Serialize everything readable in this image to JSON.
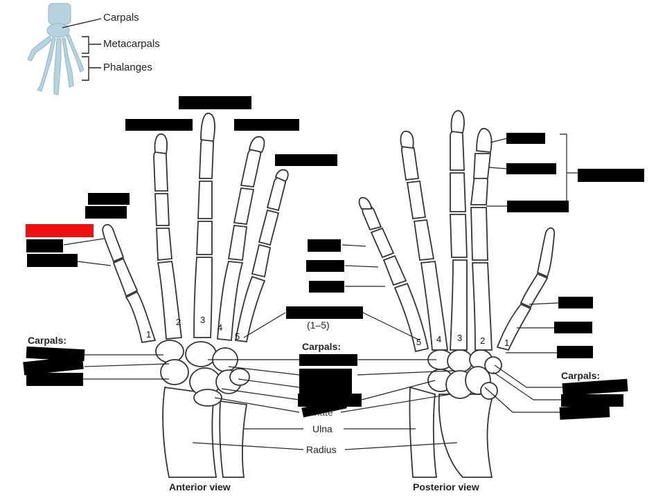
{
  "key": {
    "carpals": "Carpals",
    "metacarpals": "Metacarpals",
    "phalanges": "Phalanges"
  },
  "anterior": {
    "view_label": "Anterior view",
    "carpals_heading": "Carpals:",
    "digit_numbers": [
      "1",
      "2",
      "3",
      "4",
      "5"
    ]
  },
  "posterior": {
    "view_label": "Posterior view",
    "carpals_heading": "Carpals:",
    "digit_numbers": [
      "5",
      "4",
      "3",
      "2",
      "1"
    ]
  },
  "center": {
    "metacarpal_range": "(1–5)",
    "carpals_heading": "Carpals:",
    "lunate": "Lunate",
    "ulna": "Ulna",
    "radius": "Radius"
  },
  "colors": {
    "bone_fill": "#ffffff",
    "bone_stroke": "#333333",
    "icon_blue": "#b7d3e0",
    "redaction": "#000000",
    "highlight": "#ee1111"
  }
}
